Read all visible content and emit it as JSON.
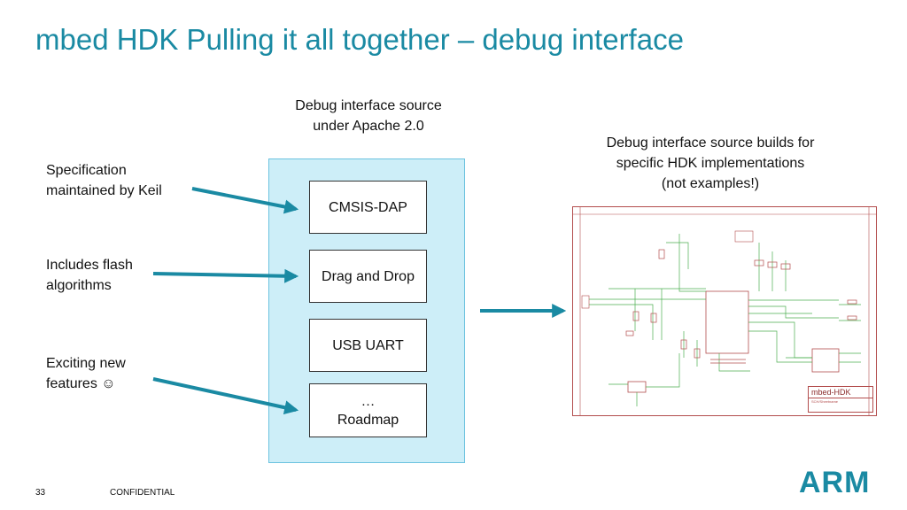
{
  "slide": {
    "title": "mbed HDK Pulling it all together – debug interface"
  },
  "source_caption": {
    "line1": "Debug interface source",
    "line2": "under Apache 2.0"
  },
  "builds_caption": {
    "line1": "Debug interface source builds for",
    "line2": "specific HDK implementations",
    "line3": "(not examples!)"
  },
  "left_labels": [
    {
      "line1": "Specification",
      "line2": "maintained by Keil"
    },
    {
      "line1": "Includes flash",
      "line2": "algorithms"
    },
    {
      "line1": "Exciting new",
      "line2": "features ☺"
    }
  ],
  "modules": [
    {
      "line1": "CMSIS-DAP",
      "line2": ""
    },
    {
      "line1": "Drag and Drop",
      "line2": ""
    },
    {
      "line1": "USB UART",
      "line2": ""
    },
    {
      "line1": "…",
      "line2": "Roadmap"
    }
  ],
  "schematic": {
    "title_block_name": "mbed-HDK",
    "title_block_sub": "SCH/Sheetname"
  },
  "footer": {
    "page_number": "33",
    "confidential": "CONFIDENTIAL"
  },
  "logo": {
    "text": "ARM"
  },
  "colors": {
    "accent": "#1a8aa3",
    "panel_fill": "#cdeef8",
    "schematic_red": "#b34d4d",
    "schematic_green": "#4caf50"
  }
}
